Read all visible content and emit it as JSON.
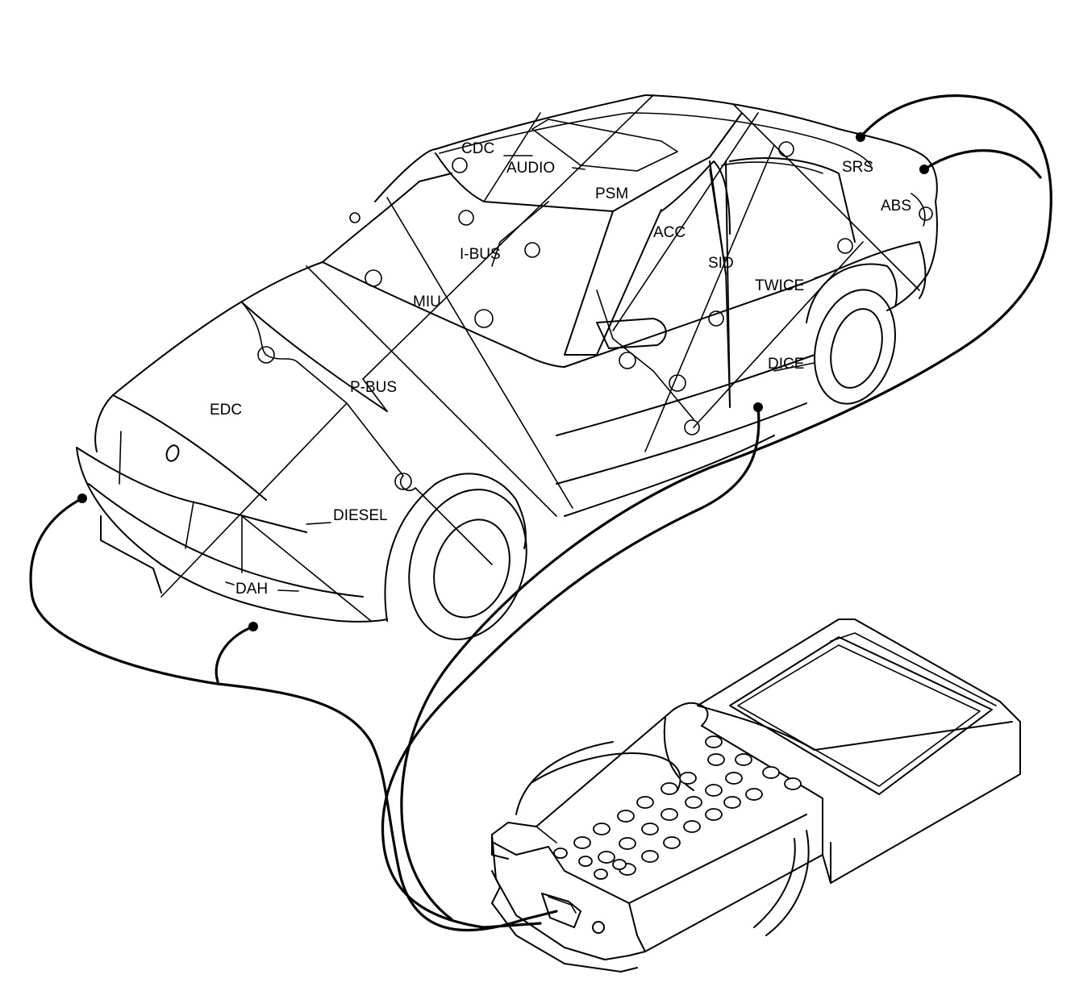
{
  "diagram": {
    "modules": [
      {
        "id": "cdc",
        "text": "CDC"
      },
      {
        "id": "audio",
        "text": "AUDIO"
      },
      {
        "id": "psm",
        "text": "PSM"
      },
      {
        "id": "srs",
        "text": "SRS"
      },
      {
        "id": "abs",
        "text": "ABS"
      },
      {
        "id": "acc",
        "text": "ACC"
      },
      {
        "id": "ibus",
        "text": "I-BUS"
      },
      {
        "id": "sid",
        "text": "SID"
      },
      {
        "id": "miu",
        "text": "MIU"
      },
      {
        "id": "twice",
        "text": "TWICE"
      },
      {
        "id": "dice",
        "text": "DICE"
      },
      {
        "id": "pbus",
        "text": "P-BUS"
      },
      {
        "id": "edc",
        "text": "EDC"
      },
      {
        "id": "diesel",
        "text": "DIESEL"
      },
      {
        "id": "dah",
        "text": "DAH"
      }
    ]
  }
}
